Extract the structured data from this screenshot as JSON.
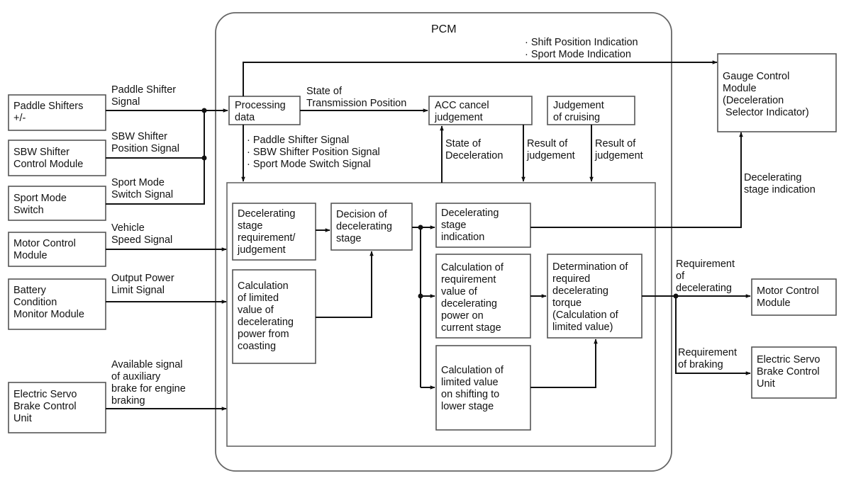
{
  "pcm": {
    "title": "PCM"
  },
  "inputs": {
    "paddle_shifters": [
      "Paddle Shifters",
      "+/-"
    ],
    "sbw_module": [
      "SBW Shifter",
      "Control Module"
    ],
    "sport_switch": [
      "Sport Mode",
      "Switch"
    ],
    "motor_module": [
      "Motor Control",
      "Module"
    ],
    "battery_module": [
      "Battery",
      "Condition",
      "Monitor Module"
    ],
    "servo_brake": [
      "Electric Servo",
      "Brake Control",
      "Unit"
    ]
  },
  "input_labels": {
    "paddle_signal": [
      "Paddle Shifter",
      "Signal"
    ],
    "sbw_signal": [
      "SBW Shifter",
      "Position Signal"
    ],
    "sport_signal": [
      "Sport Mode",
      "Switch Signal"
    ],
    "speed_signal": [
      "Vehicle",
      "Speed Signal"
    ],
    "output_limit": [
      "Output Power",
      "Limit Signal"
    ],
    "aux_brake": [
      "Available signal",
      "of auxiliary",
      "brake for engine",
      "braking"
    ]
  },
  "internal": {
    "processing": [
      "Processing",
      "data"
    ],
    "acc_cancel": [
      "ACC cancel",
      "judgement"
    ],
    "cruising": [
      "Judgement",
      "of cruising"
    ],
    "stage_req": [
      "Decelerating",
      "stage",
      "requirement/",
      "judgement"
    ],
    "decision": [
      "Decision of",
      "decelerating",
      "stage"
    ],
    "stage_indication": [
      "Decelerating",
      "stage",
      "indication"
    ],
    "calc_coasting": [
      "Calculation",
      "of limited",
      "value of",
      "decelerating",
      "power from",
      "coasting"
    ],
    "calc_current": [
      "Calculation of",
      "requirement",
      "value of",
      "decelerating",
      "power on",
      "current stage"
    ],
    "calc_lower": [
      "Calculation of",
      "limited value",
      "on shifting to",
      "lower stage"
    ],
    "determination": [
      "Determination of",
      "required",
      "decelerating",
      "torque",
      "(Calculation of",
      "limited value)"
    ]
  },
  "internal_labels": {
    "state_transmission": [
      "State of",
      "Transmission Position"
    ],
    "processed_signals": [
      "· Paddle Shifter Signal",
      "· SBW Shifter Position Signal",
      "· Sport Mode Switch Signal"
    ],
    "state_deceleration": [
      "State of",
      "Deceleration"
    ],
    "result1": [
      "Result of",
      "judgement"
    ],
    "result2": [
      "Result of",
      "judgement"
    ],
    "top_indications": [
      "· Shift Position Indication",
      "· Sport Mode Indication"
    ]
  },
  "outputs": {
    "gauge": [
      "Gauge Control",
      "Module",
      "(Deceleration",
      " Selector Indicator)"
    ],
    "motor": [
      "Motor Control",
      "Module"
    ],
    "servo": [
      "Electric Servo",
      "Brake Control",
      "Unit"
    ]
  },
  "output_labels": {
    "stage_indication": [
      "Decelerating",
      "stage indication"
    ],
    "req_decel": [
      "Requirement",
      "of",
      "decelerating"
    ],
    "req_braking": [
      "Requirement",
      "of braking"
    ]
  }
}
